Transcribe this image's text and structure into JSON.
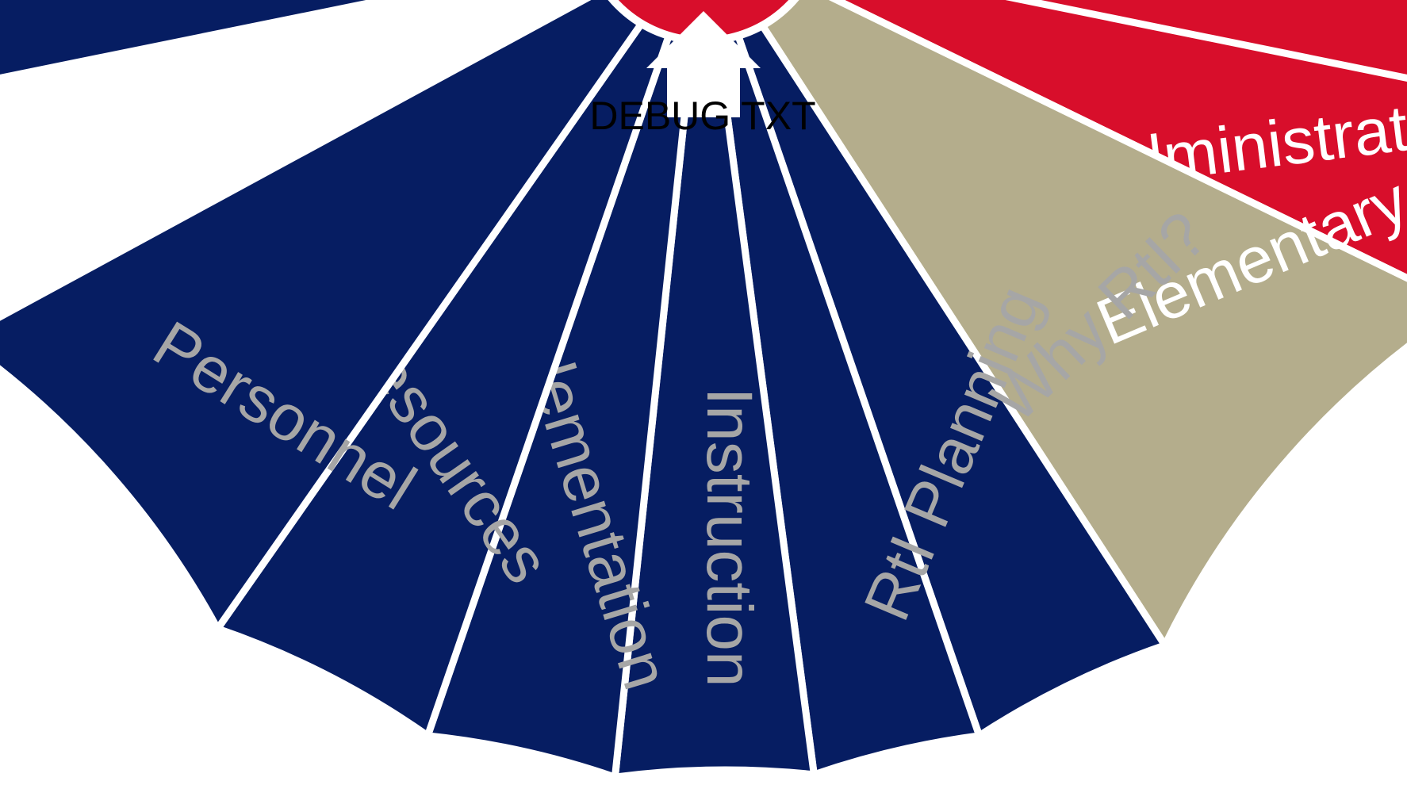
{
  "menu": {
    "items": [
      {
        "key": "administrator",
        "label": "Administrator",
        "fill": "#d80e2b",
        "text_color": "#ffffff"
      },
      {
        "key": "elementary",
        "label": "Elementary",
        "fill": "#b4ad8c",
        "text_color": "#ffffff"
      },
      {
        "key": "why-rti",
        "label": "Why RtI?",
        "fill": "#061d62",
        "text_color": "#a6a6a6"
      },
      {
        "key": "rti-planning",
        "label": "RtI Planning",
        "fill": "#061d62",
        "text_color": "#a6a6a6"
      },
      {
        "key": "instruction",
        "label": "Instruction",
        "fill": "#061d62",
        "text_color": "#a6a6a6"
      },
      {
        "key": "implementation",
        "label": "Implementation",
        "fill": "#061d62",
        "text_color": "#a6a6a6"
      },
      {
        "key": "resources",
        "label": "Resources",
        "fill": "#061d62",
        "text_color": "#a6a6a6"
      },
      {
        "key": "personnel",
        "label": "Personnel",
        "fill": "#061d62",
        "text_color": "#a6a6a6"
      }
    ]
  },
  "home": {
    "icon": "home-arrow-icon",
    "fill": "#d80e2b",
    "icon_color": "#ffffff"
  },
  "debug_text": "DEBUG TXT"
}
